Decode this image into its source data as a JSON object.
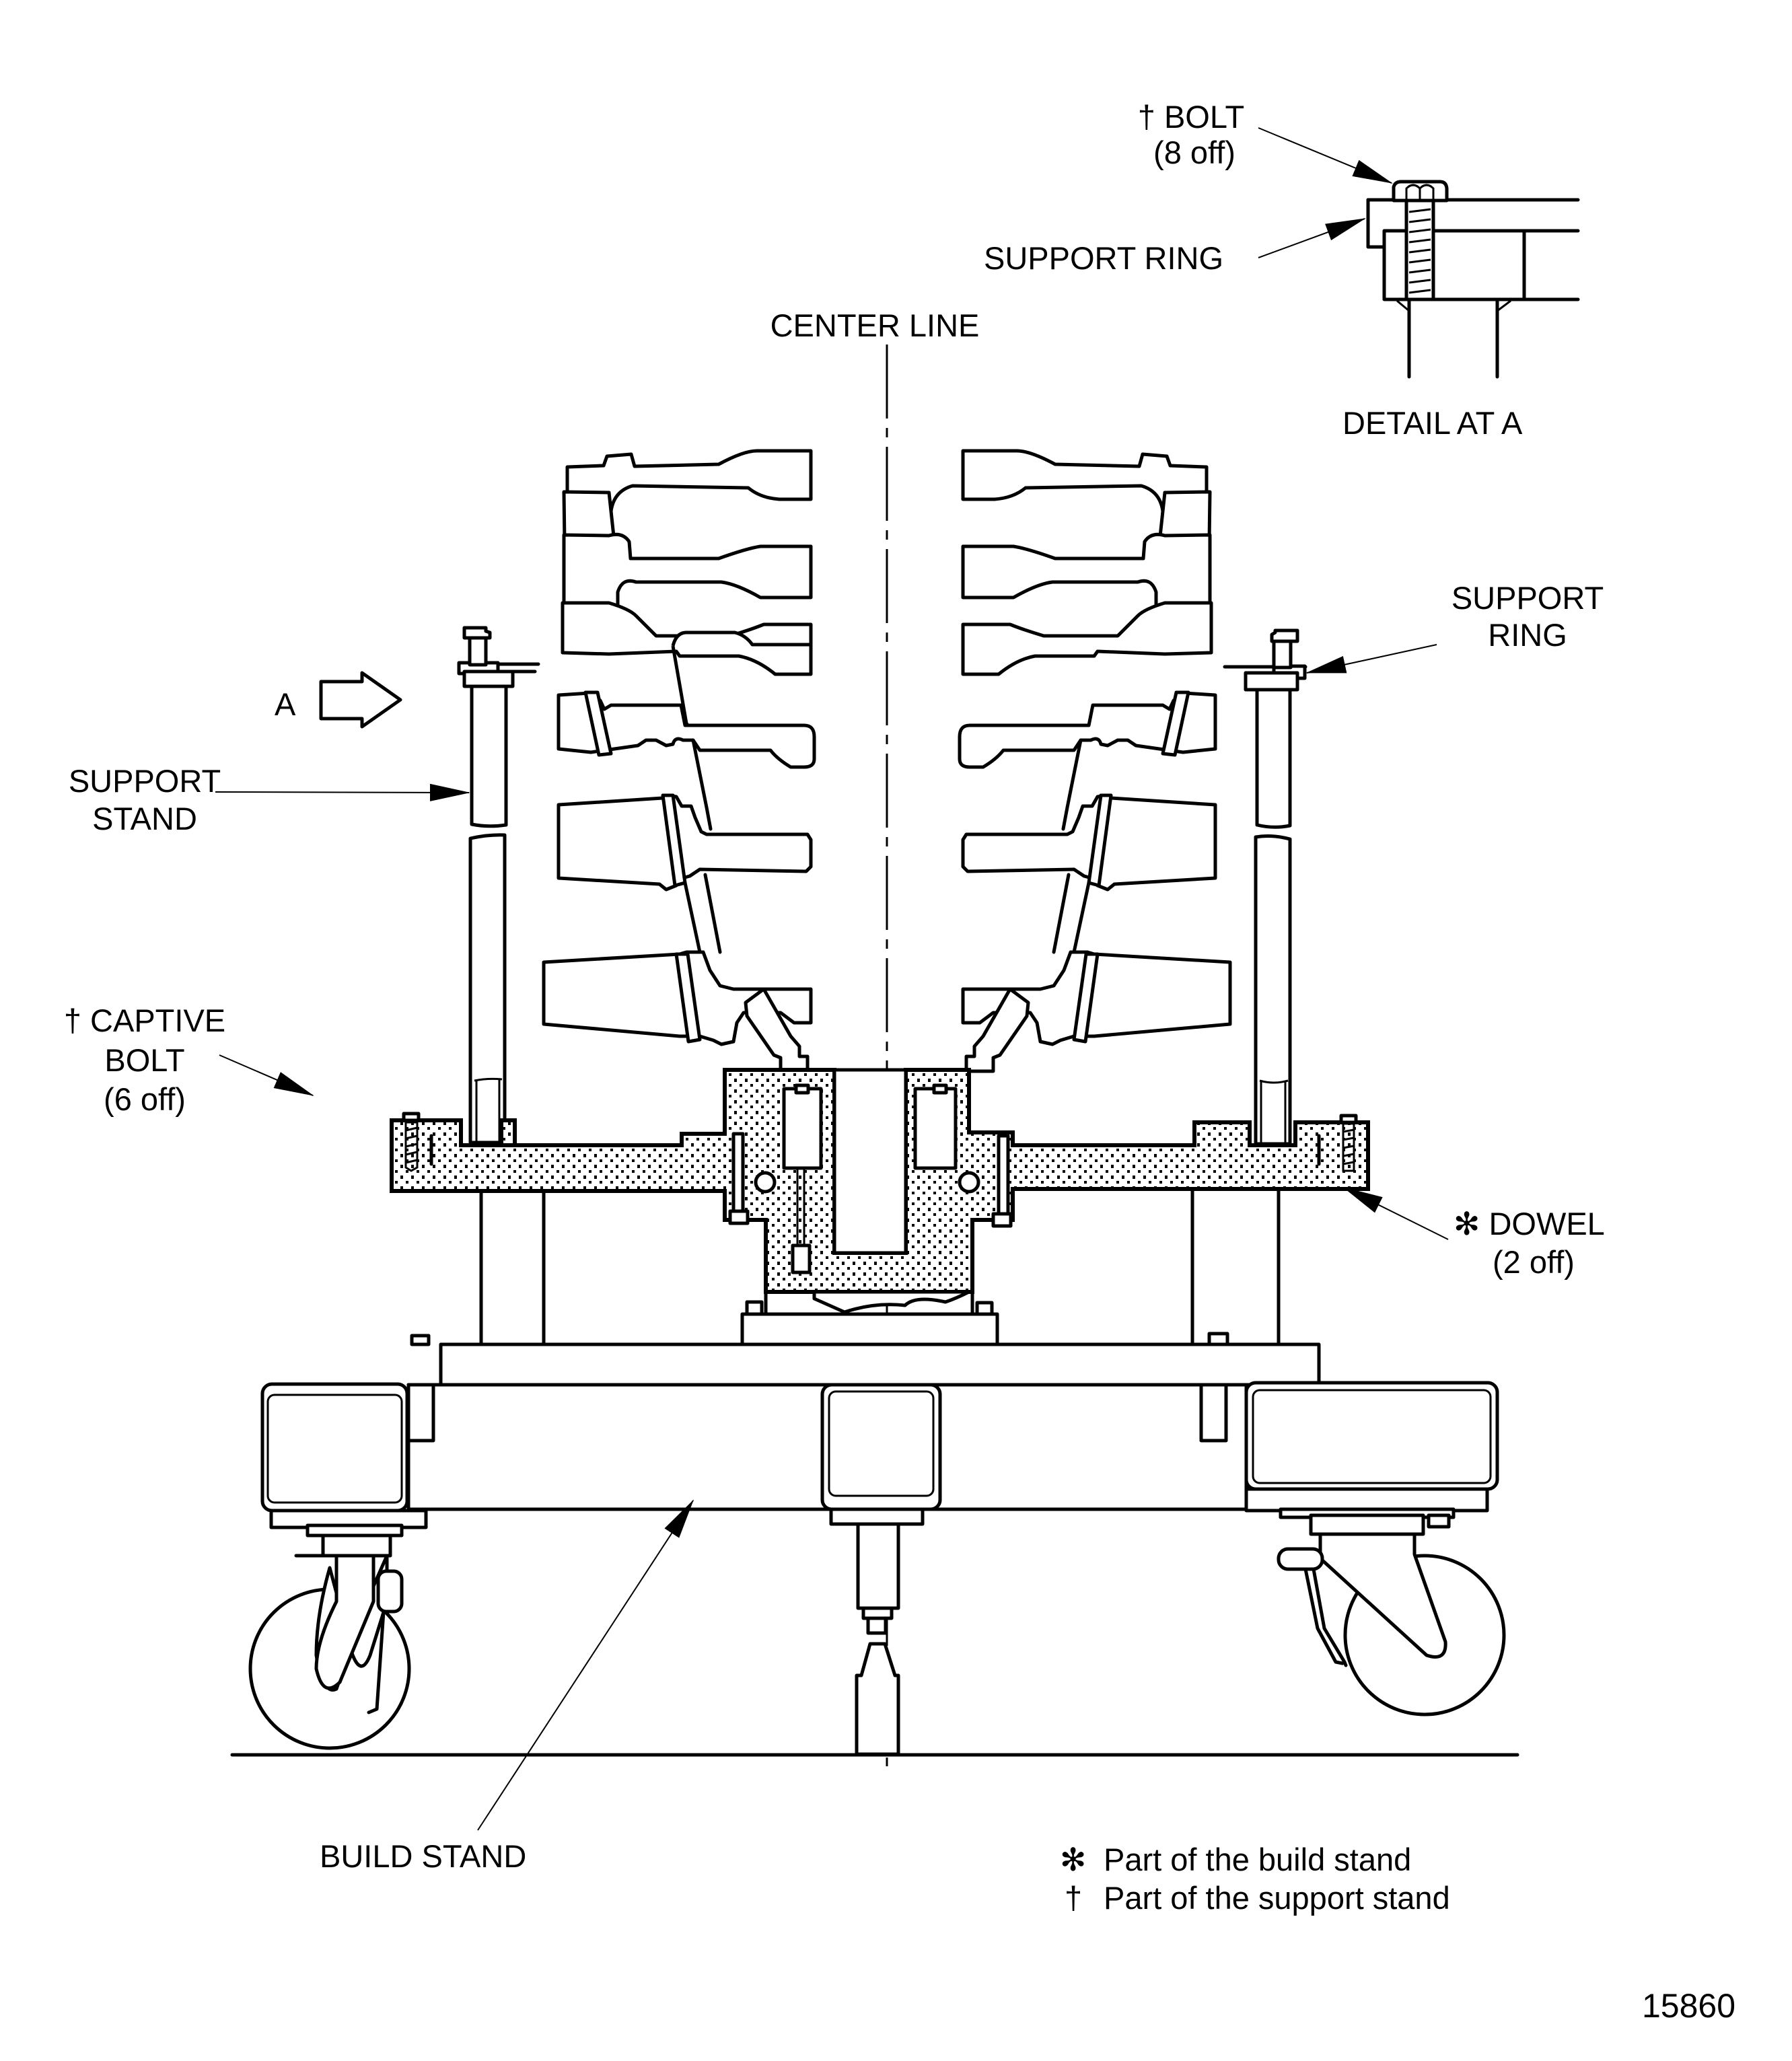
{
  "figure": {
    "number": "15860",
    "description": "Compressor rotor on build stand with support stand",
    "line_color": "#000000",
    "background": "#ffffff"
  },
  "labels": {
    "bolt": {
      "marker": "†",
      "name": "BOLT",
      "quantity": "(8 off)"
    },
    "support_ring_detail": "SUPPORT RING",
    "detail_title": "DETAIL AT A",
    "center_line": "CENTER LINE",
    "support_ring_right": {
      "line1": "SUPPORT",
      "line2": "RING"
    },
    "view_a": "A",
    "support_stand": {
      "line1": "SUPPORT",
      "line2": "STAND"
    },
    "captive_bolt": {
      "marker": "†",
      "name": "CAPTIVE",
      "line2": "BOLT",
      "quantity": "(6 off)"
    },
    "dowel": {
      "marker": "✻",
      "name": "DOWEL",
      "quantity": "(2 off)"
    },
    "build_stand": "BUILD STAND"
  },
  "legend": [
    {
      "symbol": "✻",
      "text": "Part of the build stand"
    },
    {
      "symbol": "†",
      "text": "Part of the support stand"
    }
  ]
}
